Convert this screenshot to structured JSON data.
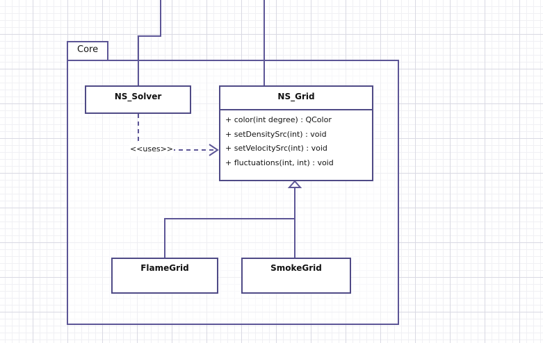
{
  "package": {
    "name": "Core"
  },
  "classes": {
    "ns_solver": {
      "name": "NS_Solver"
    },
    "ns_grid": {
      "name": "NS_Grid",
      "operations": [
        "+ color(int degree) : QColor",
        "+ setDensitySrc(int) : void",
        "+ setVelocitySrc(int) : void",
        "+ fluctuations(int, int) : void"
      ]
    },
    "flame_grid": {
      "name": "FlameGrid"
    },
    "smoke_grid": {
      "name": "SmokeGrid"
    }
  },
  "relations": {
    "uses_label": "<<uses>>"
  },
  "colors": {
    "line": "#5c5596",
    "border": "#4f4a86",
    "grid_major": "#d9d9e3",
    "grid_minor": "#f0f0f4"
  }
}
